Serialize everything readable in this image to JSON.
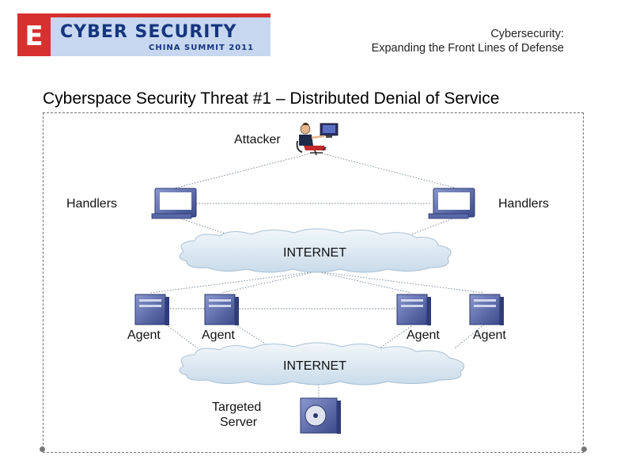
{
  "logo": {
    "letter": "E",
    "main_text": "CYBER SECURITY",
    "sub_text": "CHINA SUMMIT 2011"
  },
  "header": {
    "line1": "Cybersecurity:",
    "line2": "Expanding the Front Lines of Defense"
  },
  "slide_title": "Cyberspace Security Threat #1 – Distributed Denial of Service",
  "diagram": {
    "attacker_label": "Attacker",
    "handlers_left_label": "Handlers",
    "handlers_right_label": "Handlers",
    "internet_top_label": "INTERNET",
    "internet_bottom_label": "INTERNET",
    "agents": [
      "Agent",
      "Agent",
      "Agent",
      "Agent"
    ],
    "target_label_line1": "Targeted",
    "target_label_line2": "Server"
  },
  "colors": {
    "brand_red": "#d6312f",
    "brand_navy": "#15357f",
    "logo_panel": "#c6d7ef",
    "device_blue": "#4a5b9e",
    "cloud_fill": "#dde9f3"
  }
}
